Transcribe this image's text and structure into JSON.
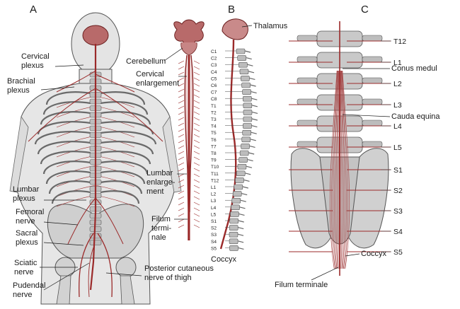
{
  "panels": {
    "a": "A",
    "b": "B",
    "c": "C"
  },
  "panel_a": {
    "cervical_plexus": [
      "Cervical",
      "plexus"
    ],
    "brachial_plexus": [
      "Brachial",
      "plexus"
    ],
    "lumbar_plexus": [
      "Lumbar",
      "plexus"
    ],
    "femoral_nerve": [
      "Femoral",
      "nerve"
    ],
    "sacral_plexus": [
      "Sacral",
      "plexus"
    ],
    "sciatic_nerve": [
      "Sciatic",
      "nerve"
    ],
    "pudendal_nerve": [
      "Pudendal",
      "nerve"
    ],
    "posterior_cutaneous": [
      "Posterior cutaneous",
      "nerve of thigh"
    ]
  },
  "panel_cord": {
    "cerebellum": "Cerebellum",
    "cervical_enlargement": [
      "Cervical",
      "enlargement"
    ],
    "lumbar_enlargement": [
      "Lumbar",
      "enlarge-",
      "ment"
    ],
    "filum_terminale": [
      "Filum",
      "termi-",
      "nale"
    ]
  },
  "panel_b": {
    "thalamus": "Thalamus",
    "coccyx": "Coccyx",
    "segments": [
      "C1",
      "C2",
      "C3",
      "C4",
      "C5",
      "C6",
      "C7",
      "C8",
      "T1",
      "T2",
      "T3",
      "T4",
      "T5",
      "T6",
      "T7",
      "T8",
      "T9",
      "T10",
      "T11",
      "T12",
      "L1",
      "L2",
      "L3",
      "L4",
      "L5",
      "S1",
      "S2",
      "S3",
      "S4",
      "S5"
    ]
  },
  "panel_c": {
    "levels": [
      "T12",
      "L1",
      "L2",
      "L3",
      "L4",
      "L5",
      "S1",
      "S2",
      "S3",
      "S4",
      "S5"
    ],
    "conus": "Conus medul",
    "cauda": "Cauda equina",
    "coccyx": "Coccyx",
    "filum": "Filum terminale"
  },
  "colors": {
    "nerve": "#9b2a2a",
    "bone": "#c9c9c9",
    "skin": "#e6e6e6"
  }
}
